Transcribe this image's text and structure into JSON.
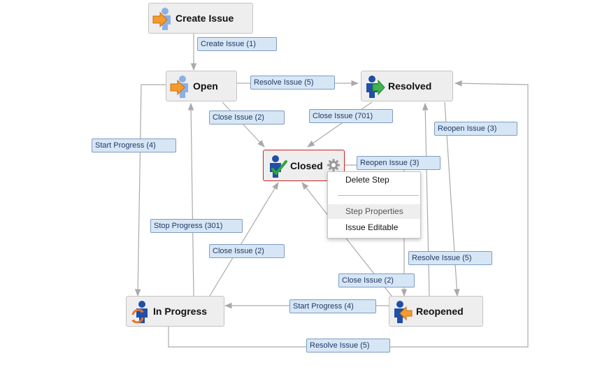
{
  "nodes": {
    "create_issue": "Create Issue",
    "open": "Open",
    "resolved": "Resolved",
    "closed": "Closed",
    "in_progress": "In Progress",
    "reopened": "Reopened"
  },
  "transitions": {
    "create_issue": "Create Issue (1)",
    "resolve_open": "Resolve Issue (5)",
    "close_open": "Close Issue (2)",
    "close_resolved": "Close Issue (701)",
    "reopen_resolved": "Reopen Issue (3)",
    "start_progress_open": "Start Progress (4)",
    "reopen_closed": "Reopen Issue (3)",
    "stop_progress": "Stop Progress (301)",
    "close_in_progress": "Close Issue (2)",
    "resolve_reopened": "Resolve Issue (5)",
    "close_reopened": "Close Issue (2)",
    "start_progress_reopened": "Start Progress (4)",
    "resolve_in_progress": "Resolve Issue (5)"
  },
  "context_menu": {
    "delete_step": "Delete Step",
    "step_properties": "Step Properties",
    "issue_editable": "Issue Editable"
  },
  "icons": {
    "create_issue": "user-arrow-in-icon",
    "open": "user-arrow-in-icon",
    "resolved": "user-arrow-out-icon",
    "closed": "user-check-icon",
    "in_progress": "user-cycle-icon",
    "reopened": "user-arrow-back-icon",
    "gear": "gear-icon"
  },
  "colors": {
    "node_fill": "#eeeeee",
    "node_border": "#c4c4c4",
    "selected_border": "#cc2222",
    "label_fill": "#d7e6f5",
    "label_border": "#7d9dc4",
    "edge": "#aaaaaa"
  }
}
